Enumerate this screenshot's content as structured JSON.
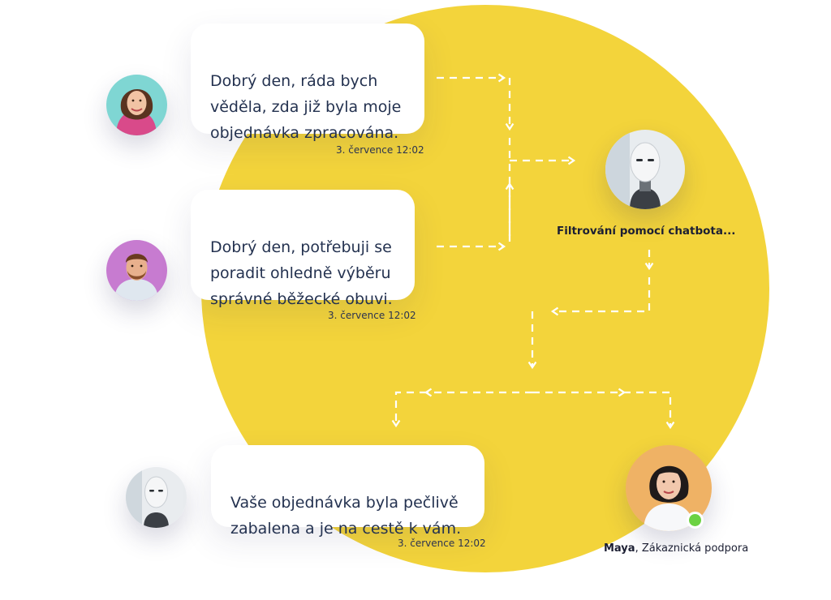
{
  "colors": {
    "circle": "#F3D43B",
    "status_online": "#6cd243"
  },
  "messages": [
    {
      "text": "Dobrý den, ráda bych\nvěděla, zda již byla moje\nobjednávka zpracována.",
      "time": "3. července 12:02"
    },
    {
      "text": "Dobrý den, potřebuji se\nporadit ohledně výběru\nsprávné běžecké obuvi.",
      "time": "3. července 12:02"
    },
    {
      "text": "Vaše objednávka byla pečlivě\nzabalena a je na cestě k vám.",
      "time": "3. července 12:02"
    }
  ],
  "chatbot": {
    "label": "Filtrování pomocí chatbota..."
  },
  "agent": {
    "name": "Maya",
    "role": ", Zákaznická podpora"
  }
}
